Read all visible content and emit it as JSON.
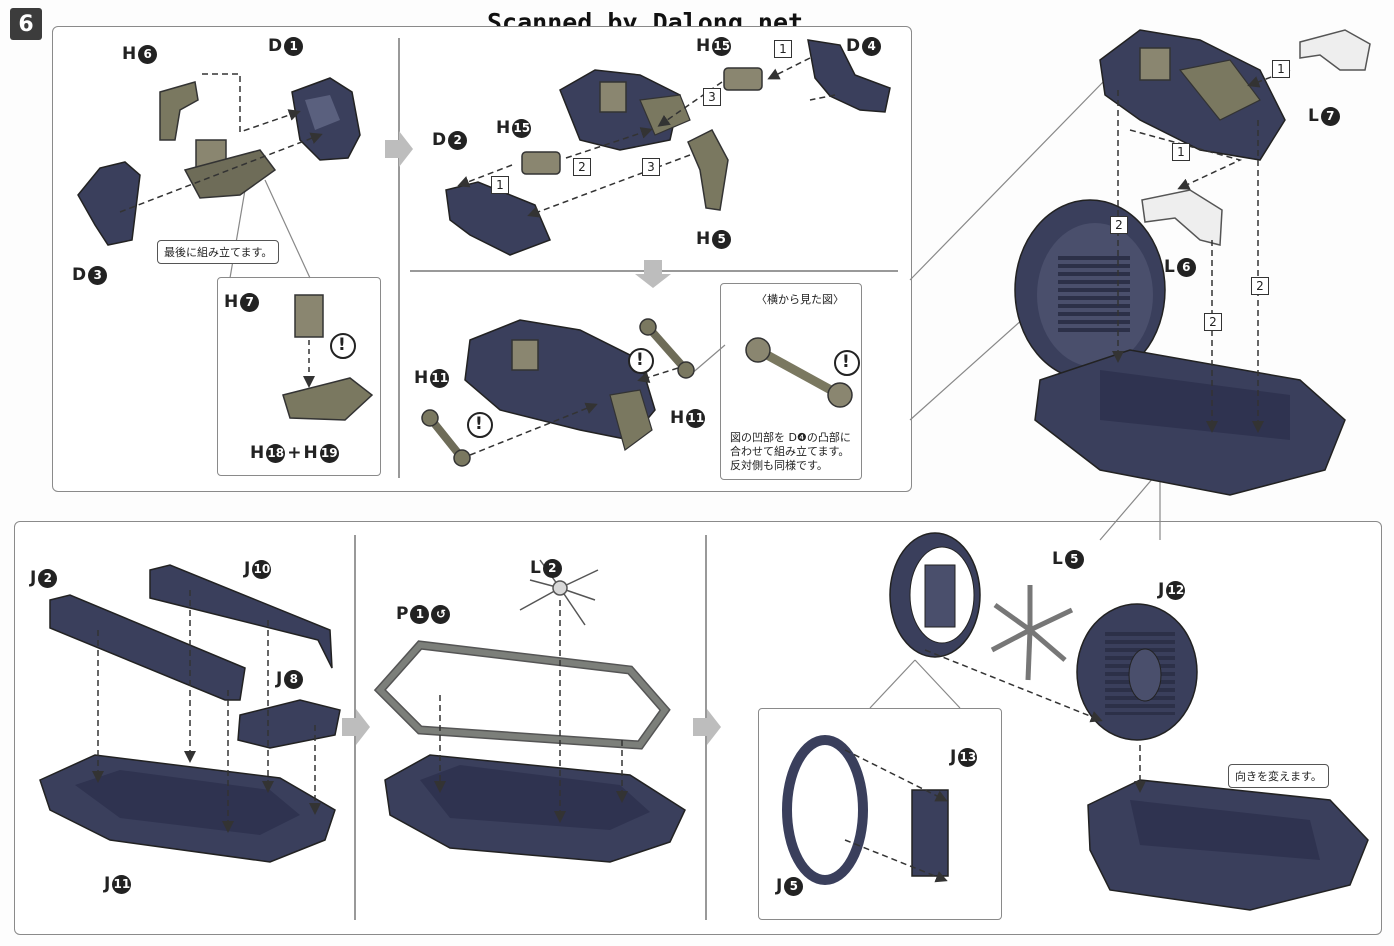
{
  "step": "6",
  "watermark": "Scanned by Dalong.net",
  "colors": {
    "navy": "#3a3f5c",
    "navy_light": "#5a607e",
    "olive": "#7a7860",
    "grey": "#8c8c90",
    "frame": "#8a8a8a"
  },
  "parts": {
    "h6": {
      "letter": "H",
      "num": "6"
    },
    "d1": {
      "letter": "D",
      "num": "1"
    },
    "d3": {
      "letter": "D",
      "num": "3"
    },
    "h7": {
      "letter": "H",
      "num": "7"
    },
    "h18": {
      "letter": "H",
      "num": "18"
    },
    "h19": {
      "letter": "H",
      "num": "19"
    },
    "h15a": {
      "letter": "H",
      "num": "15"
    },
    "h15b": {
      "letter": "H",
      "num": "15"
    },
    "d4": {
      "letter": "D",
      "num": "4"
    },
    "d2": {
      "letter": "D",
      "num": "2"
    },
    "h5": {
      "letter": "H",
      "num": "5"
    },
    "h11a": {
      "letter": "H",
      "num": "11"
    },
    "h11b": {
      "letter": "H",
      "num": "11"
    },
    "l7": {
      "letter": "L",
      "num": "7"
    },
    "l6": {
      "letter": "L",
      "num": "6"
    },
    "j2": {
      "letter": "J",
      "num": "2"
    },
    "j10": {
      "letter": "J",
      "num": "10"
    },
    "j8": {
      "letter": "J",
      "num": "8"
    },
    "j11": {
      "letter": "J",
      "num": "11"
    },
    "p1": {
      "letter": "P",
      "num": "1",
      "extra": "↺"
    },
    "l2": {
      "letter": "L",
      "num": "2"
    },
    "l5": {
      "letter": "L",
      "num": "5"
    },
    "j12": {
      "letter": "J",
      "num": "12"
    },
    "j13": {
      "letter": "J",
      "num": "13"
    },
    "j5": {
      "letter": "J",
      "num": "5"
    }
  },
  "plus": "+",
  "step_nums": {
    "one": "1",
    "two": "2",
    "three": "3"
  },
  "notes": {
    "assemble_last": "最後に組み立てます。",
    "side_view": "〈横から見た図〉",
    "recess_line1": "図の凹部を D❹の凸部に",
    "recess_line2": "合わせて組み立てます。",
    "recess_line3": "反対側も同様です。",
    "change_direction": "向きを変えます。"
  },
  "icons": {
    "caution": "!"
  }
}
